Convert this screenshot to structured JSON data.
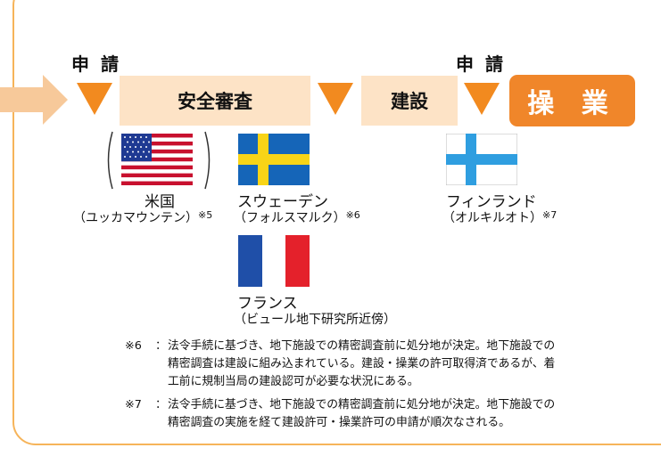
{
  "flow": {
    "application_label_1": "申 請",
    "safety_review_label": "安全審査",
    "construction_label": "建設",
    "application_label_2": "申 請",
    "operation_label": "操 業"
  },
  "countries": {
    "usa": {
      "name": "米国",
      "site": "（ユッカマウンテン）",
      "note_ref": "※5"
    },
    "sweden": {
      "name": "スウェーデン",
      "site": "（フォルスマルク）",
      "note_ref": "※6"
    },
    "finland": {
      "name": "フィンランド",
      "site": "（オルキルオト）",
      "note_ref": "※7"
    },
    "france": {
      "name": "フランス",
      "site": "（ビュール地下研究所近傍）"
    }
  },
  "notes": {
    "note6": {
      "mark": "※6",
      "separator": "：",
      "line1": "法令手続に基づき、地下施設での精密調査前に処分地が決定。地下施設での",
      "line2": "精密調査は建設に組み込まれている。建設・操業の許可取得済であるが、着",
      "line3": "工前に規制当局の建設認可が必要な状況にある。"
    },
    "note7": {
      "mark": "※7",
      "separator": "：",
      "line1": "法令手続に基づき、地下施設での精密調査前に処分地が決定。地下施設での",
      "line2": "精密調査の実施を経て建設許可・操業許可の申請が順次なされる。"
    }
  },
  "colors": {
    "frame": "#f6b45a",
    "band": "#fde3c6",
    "arrow": "#f7c99a",
    "triangle": "#f28a1f",
    "operation_box": "#f0862a"
  }
}
